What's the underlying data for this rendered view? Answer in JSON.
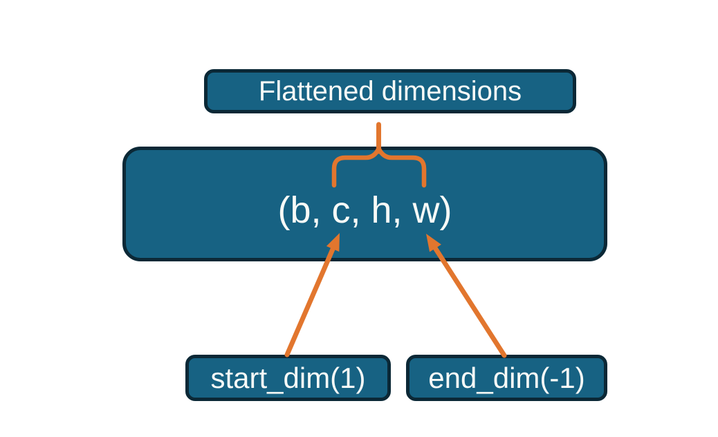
{
  "diagram": {
    "title_box": {
      "label": "Flattened dimensions"
    },
    "tensor_box": {
      "label": "(b, c, h, w)"
    },
    "start_dim_box": {
      "label": "start_dim(1)"
    },
    "end_dim_box": {
      "label": "end_dim(-1)"
    },
    "annotations": {
      "brace": "flattened-dims-brace",
      "start_arrow": "start-dim-arrow",
      "end_arrow": "end-dim-arrow"
    },
    "colors": {
      "background": "#ffffff",
      "box_fill": "#176283",
      "box_border": "#0b2836",
      "accent_orange": "#e2762e",
      "text": "#f8faf7"
    }
  }
}
